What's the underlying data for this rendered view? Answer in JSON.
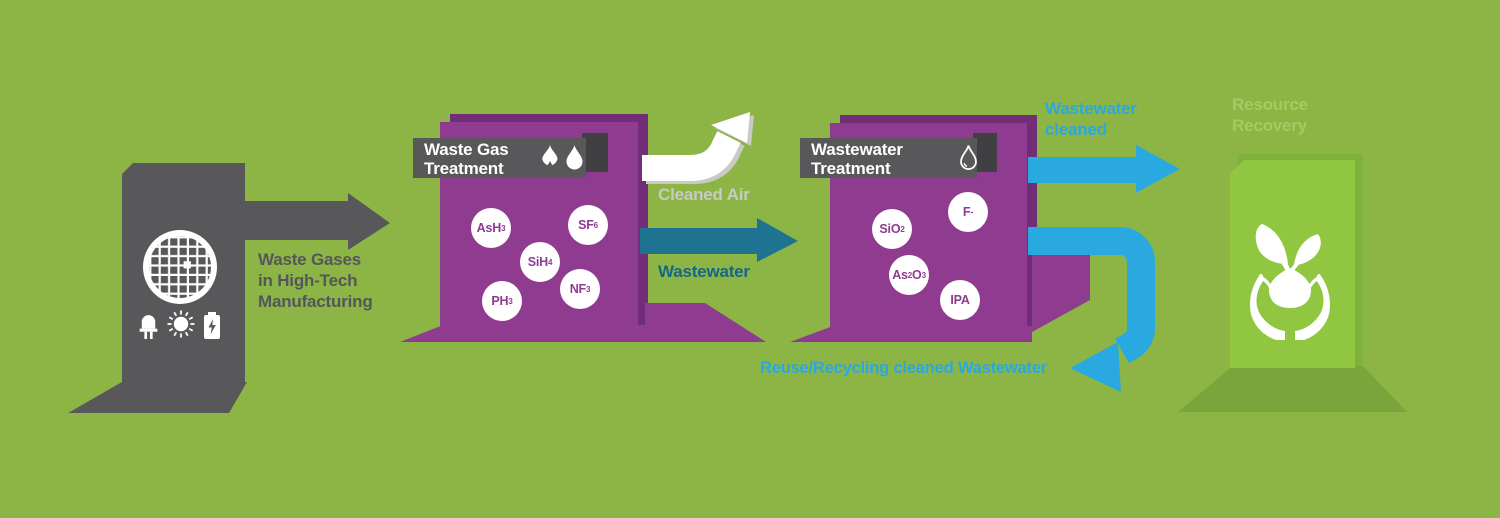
{
  "colors": {
    "background": "#8cb546",
    "purple": "#8e3b90",
    "purple_dark": "#722d78",
    "gray": "#58585a",
    "gray_dark": "#404042",
    "teal": "#1e7391",
    "teal_text": "#166685",
    "blue": "#29a9e0",
    "white_arrow": "#ffffff",
    "white_arrow_shadow": "#c9cac3",
    "green_slab": "#90c640",
    "green_slab_dark": "#7eb23a",
    "green_floor": "#7aa43c",
    "text_dark": "#55565a",
    "text_light_gray": "#c9cbc2",
    "text_light_green": "#a6c964"
  },
  "source": {
    "caption_lines": [
      "Waste Gases",
      "in High-Tech",
      "Manufacturing"
    ],
    "icons": [
      "wafer-icon",
      "led-icon",
      "solar-icon",
      "battery-icon"
    ]
  },
  "waste_gas_treatment": {
    "title_lines": [
      "Waste Gas",
      "Treatment"
    ],
    "icons": [
      "flame-icon",
      "water-drop-icon"
    ],
    "chemicals": [
      "AsH_3",
      "SF_6",
      "SiH_4",
      "NF_3",
      "PH_3"
    ]
  },
  "wastewater_treatment": {
    "title_lines": [
      "Wastewater",
      "Treatment"
    ],
    "icons": [
      "water-drop-outline-icon"
    ],
    "chemicals": [
      "SiO_2",
      "F^-",
      "As_2O_3",
      "IPA"
    ]
  },
  "flows": {
    "cleaned_air": "Cleaned Air",
    "wastewater": "Wastewater",
    "wastewater_cleaned_lines": [
      "Wastewater",
      "cleaned"
    ],
    "reuse": "Reuse/Recycling cleaned Wastewater"
  },
  "resource_recovery": {
    "title_lines": [
      "Resource",
      "Recovery"
    ],
    "icons": [
      "hands-seedling-icon"
    ]
  }
}
